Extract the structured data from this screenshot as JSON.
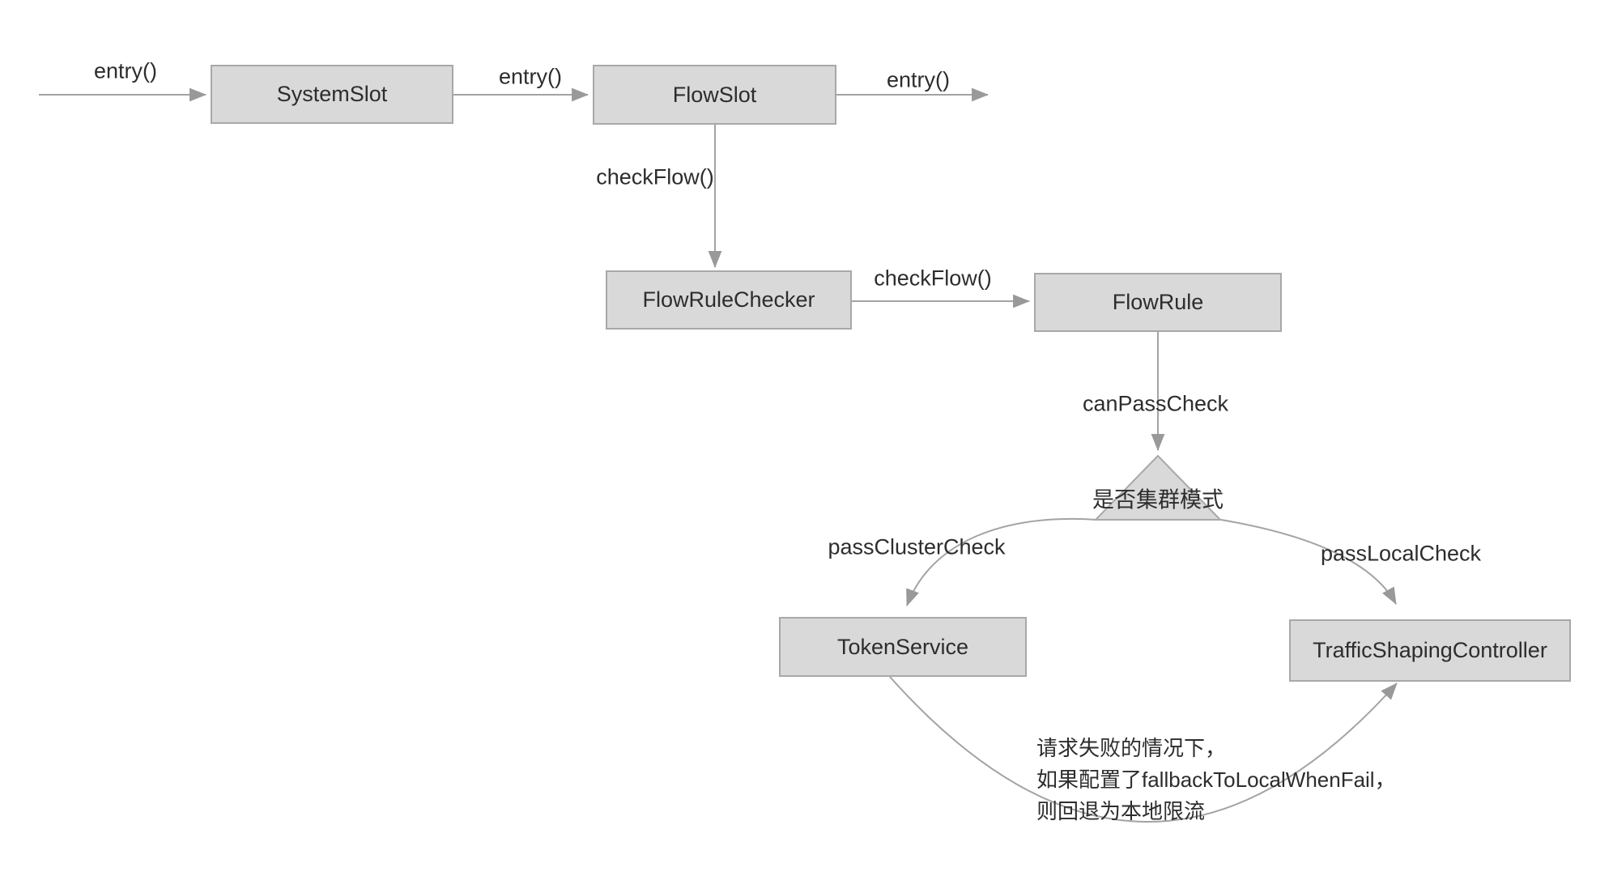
{
  "diagram": {
    "nodes": [
      {
        "id": "system-slot",
        "label": "SystemSlot"
      },
      {
        "id": "flow-slot",
        "label": "FlowSlot"
      },
      {
        "id": "flow-rule-checker",
        "label": "FlowRuleChecker"
      },
      {
        "id": "flow-rule",
        "label": "FlowRule"
      },
      {
        "id": "token-service",
        "label": "TokenService"
      },
      {
        "id": "traffic-shaping-controller",
        "label": "TrafficShapingController"
      }
    ],
    "decision": {
      "label": "是否集群模式"
    },
    "edge_labels": {
      "entry_in": "entry()",
      "entry_mid": "entry()",
      "entry_out": "entry()",
      "check_flow_down": "checkFlow()",
      "check_flow_right": "checkFlow()",
      "can_pass_check": "canPassCheck",
      "pass_cluster_check": "passClusterCheck",
      "pass_local_check": "passLocalCheck"
    },
    "note": {
      "line1": "请求失败的情况下，",
      "line2": "如果配置了fallbackToLocalWhenFail，",
      "line3": "则回退为本地限流"
    },
    "colors": {
      "background": "#ffffff",
      "node_fill": "#d9d9d9",
      "node_border": "#a8a8a8",
      "line": "#a3a3a3",
      "arrowhead": "#999999",
      "text": "#2d2d2d"
    }
  }
}
